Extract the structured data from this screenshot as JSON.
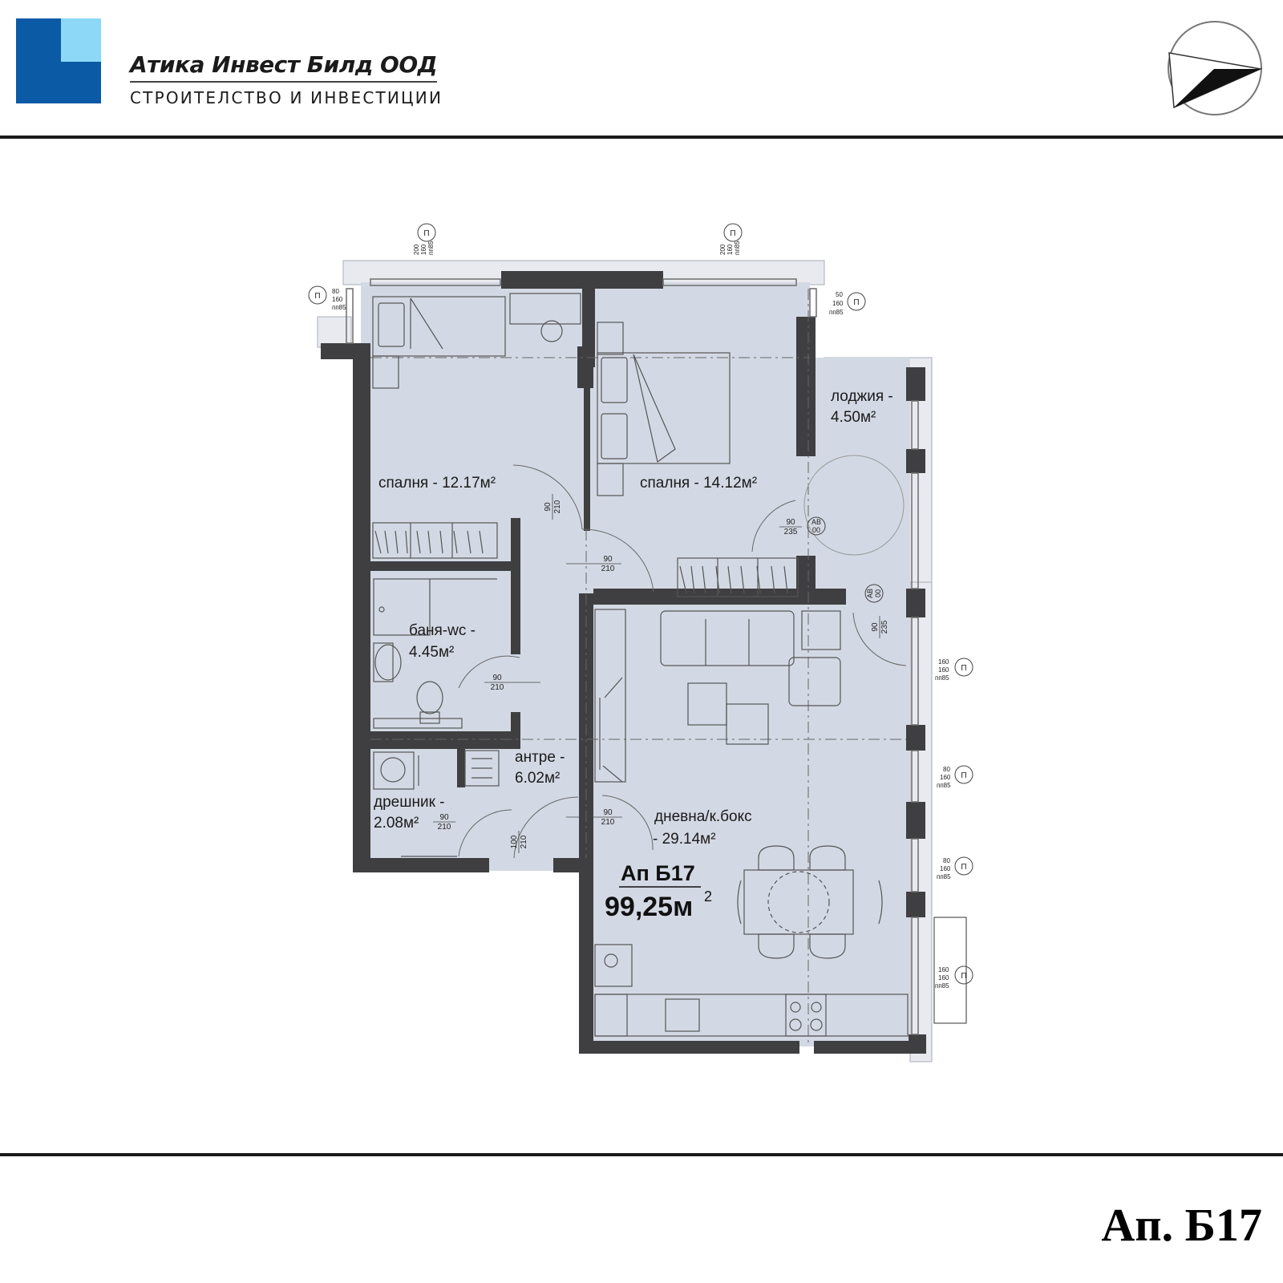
{
  "header": {
    "company_name": "Атика Инвест Билд ООД",
    "tagline": "СТРОИТЕЛСТВО И ИНВЕСТИЦИИ",
    "logo_icon": "company-logo-icon",
    "compass_icon": "north-arrow-icon",
    "colors": {
      "logo_dark": "#0b5aa6",
      "logo_light": "#8dd8f6"
    }
  },
  "plan": {
    "rooms": {
      "bedroom1": "спалня - 12.17м²",
      "bedroom2": "спалня - 14.12м²",
      "loggia_name": "лоджия -",
      "loggia_area": "4.50м²",
      "bath_name": "баня-wc -",
      "bath_area": "4.45м²",
      "hall_name": "антре -",
      "hall_area": "6.02м²",
      "closet_name": "дрешник -",
      "closet_area": "2.08м²",
      "living_name": "дневна/к.бокс",
      "living_area": "- 29.14м²"
    },
    "apartment": {
      "label": "Ап Б17",
      "area": "99,25м",
      "area_sup": "2"
    },
    "doors": [
      {
        "w": "90",
        "h": "210"
      },
      {
        "w": "90",
        "h": "210"
      },
      {
        "w": "90",
        "h": "235"
      },
      {
        "w": "90",
        "h": "210"
      },
      {
        "w": "90",
        "h": "210"
      },
      {
        "w": "90",
        "h": "210"
      },
      {
        "w": "100",
        "h": "210"
      },
      {
        "w": "90",
        "h": "235"
      }
    ],
    "door_tags": [
      "АВ",
      "00"
    ],
    "windows": [
      {
        "a": "200",
        "b": "160",
        "c": "пп85",
        "tag": "П"
      },
      {
        "a": "200",
        "b": "160",
        "c": "пп85",
        "tag": "П"
      },
      {
        "a": "80",
        "b": "160",
        "c": "пп85",
        "tag": "П"
      },
      {
        "a": "50",
        "b": "160",
        "c": "пп85",
        "tag": "П"
      },
      {
        "a": "160",
        "b": "160",
        "c": "пп85",
        "tag": "П"
      },
      {
        "a": "80",
        "b": "160",
        "c": "пп85",
        "tag": "П"
      },
      {
        "a": "80",
        "b": "160",
        "c": "пп85",
        "tag": "П"
      },
      {
        "a": "160",
        "b": "160",
        "c": "пп85",
        "tag": "П"
      }
    ],
    "colors": {
      "floor": "#d3d9e4",
      "wall": "#3f3f41",
      "terrace": "#e7e9ee",
      "furniture": "#585858"
    }
  },
  "footer": {
    "apartment_code": "Ап. Б17"
  }
}
